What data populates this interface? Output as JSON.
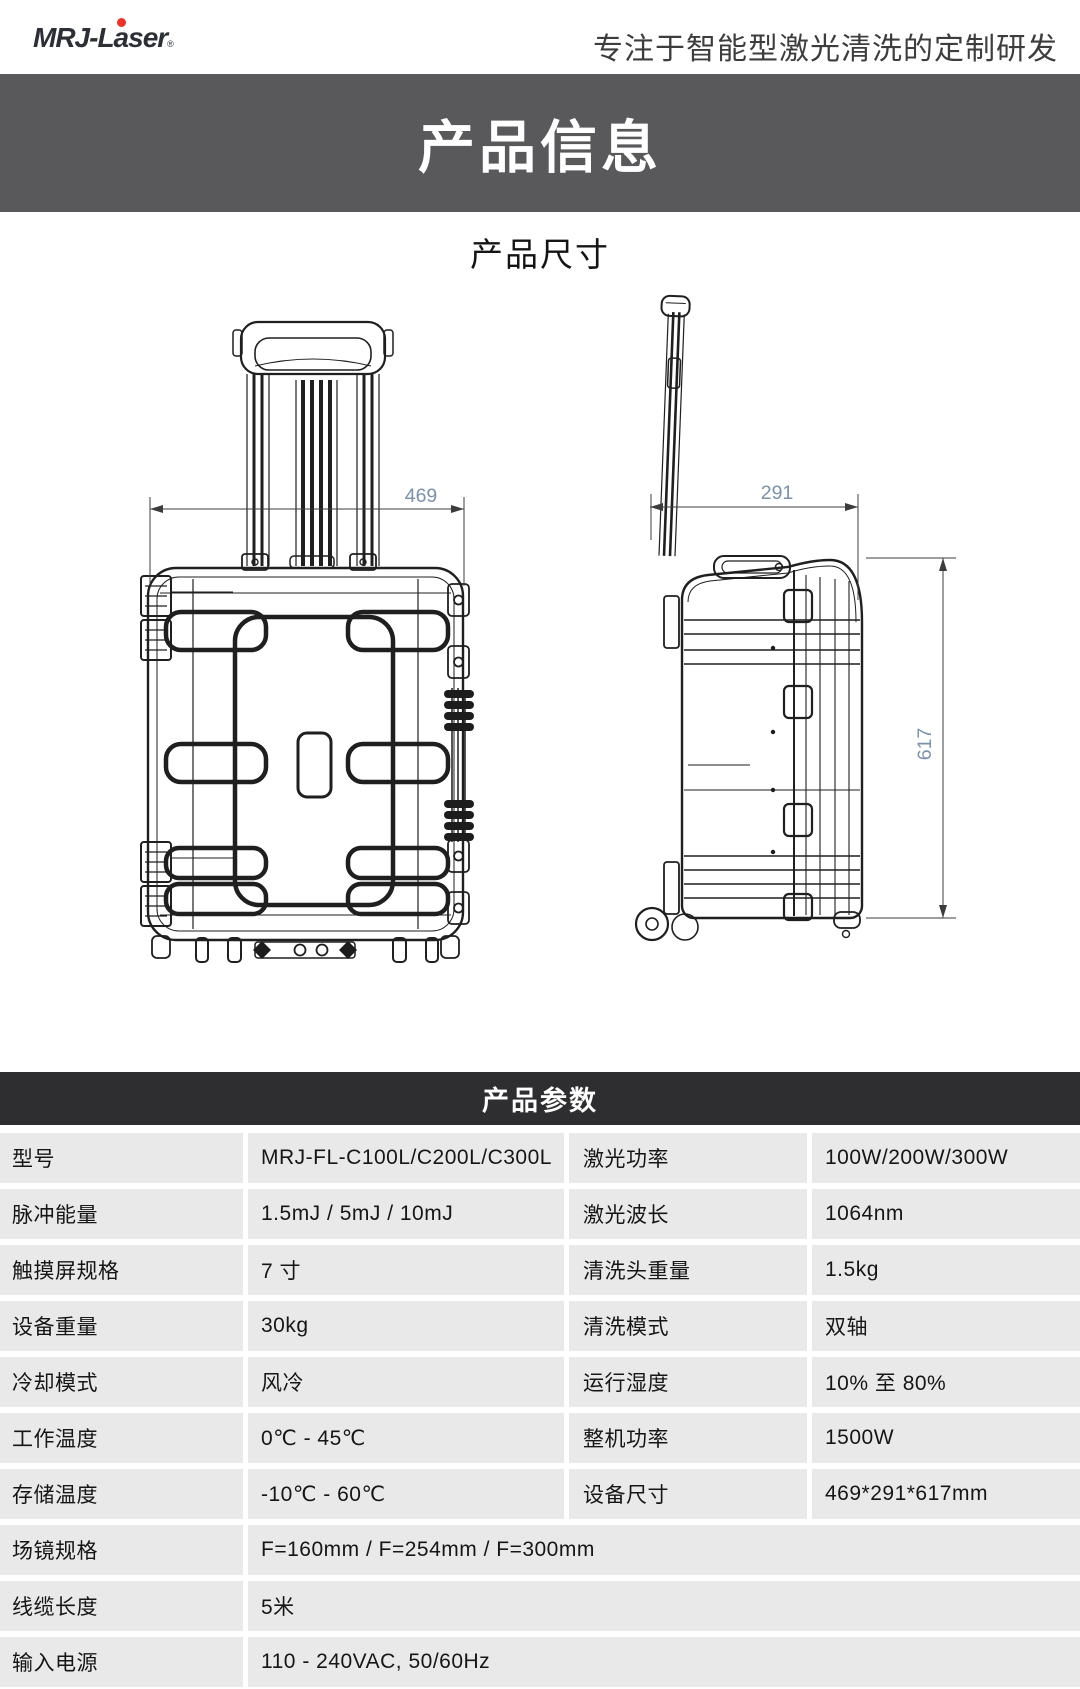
{
  "header": {
    "logo_text": "MRJ-Laser",
    "logo_reg": "®",
    "tagline": "专注于智能型激光清洗的定制研发"
  },
  "sections": {
    "product_info_title": "产品信息",
    "product_dimensions_title": "产品尺寸",
    "product_params_title": "产品参数"
  },
  "drawing": {
    "front_width_mm": "469",
    "side_depth_mm": "291",
    "side_height_mm": "617"
  },
  "colors": {
    "banner_info_bg": "#59595b",
    "banner_params_bg": "#2e2e30",
    "table_cell_bg": "#e9e9e9",
    "dimension_text": "#7c91ab",
    "logo_accent_red": "#e8332a",
    "line_color": "#1f1f1f"
  },
  "spec_table": {
    "rows": [
      {
        "c0": "型号",
        "c1": "MRJ-FL-C100L/C200L/C300L",
        "c2": "激光功率",
        "c3": "100W/200W/300W"
      },
      {
        "c0": "脉冲能量",
        "c1": "1.5mJ / 5mJ / 10mJ",
        "c2": "激光波长",
        "c3": "1064nm"
      },
      {
        "c0": "触摸屏规格",
        "c1": "7 寸",
        "c2": "清洗头重量",
        "c3": "1.5kg"
      },
      {
        "c0": "设备重量",
        "c1": "30kg",
        "c2": "清洗模式",
        "c3": "双轴"
      },
      {
        "c0": "冷却模式",
        "c1": "风冷",
        "c2": "运行湿度",
        "c3": "10% 至 80%"
      },
      {
        "c0": "工作温度",
        "c1": "0℃ - 45℃",
        "c2": "整机功率",
        "c3": "1500W"
      },
      {
        "c0": "存储温度",
        "c1": "-10℃ - 60℃",
        "c2": "设备尺寸",
        "c3": "469*291*617mm"
      },
      {
        "c0": "场镜规格",
        "c1": "F=160mm / F=254mm / F=300mm"
      },
      {
        "c0": "线缆长度",
        "c1": "5米"
      },
      {
        "c0": "输入电源",
        "c1": "110 - 240VAC, 50/60Hz"
      }
    ]
  }
}
